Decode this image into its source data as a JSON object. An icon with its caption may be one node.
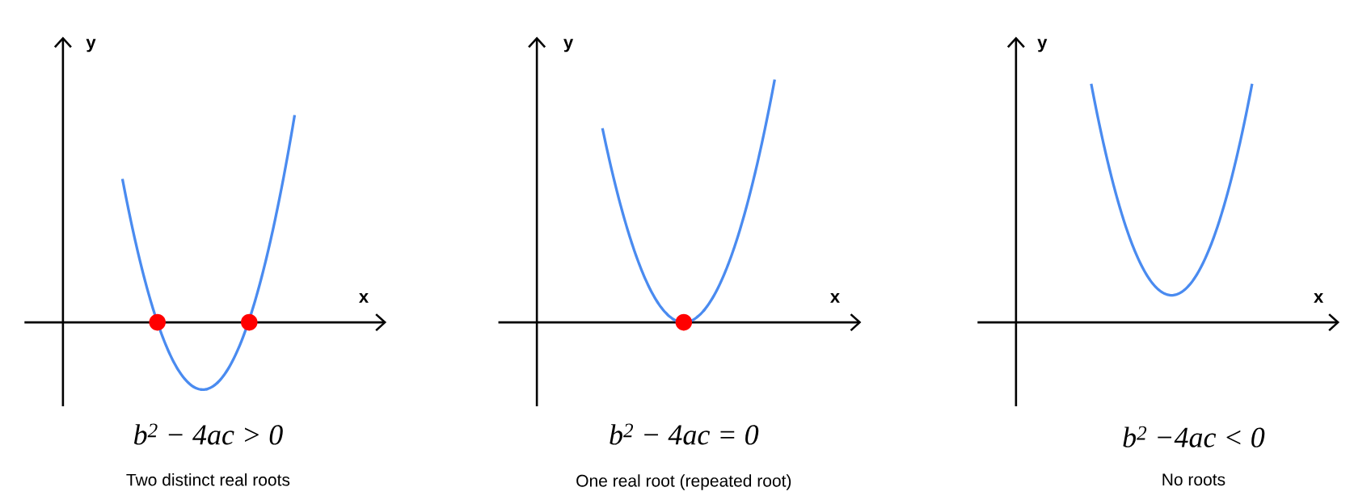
{
  "diagram": {
    "labels": [
      "y",
      "x",
      "b$^{2}$ − 4ac > 0",
      "Two distinct real roots",
      "y",
      "x",
      "b$^{2}$ − 4ac = 0",
      "One real root (repeated root)",
      "y",
      "x",
      "b$^{2}$  −4ac < 0",
      "No roots"
    ]
  }
}
